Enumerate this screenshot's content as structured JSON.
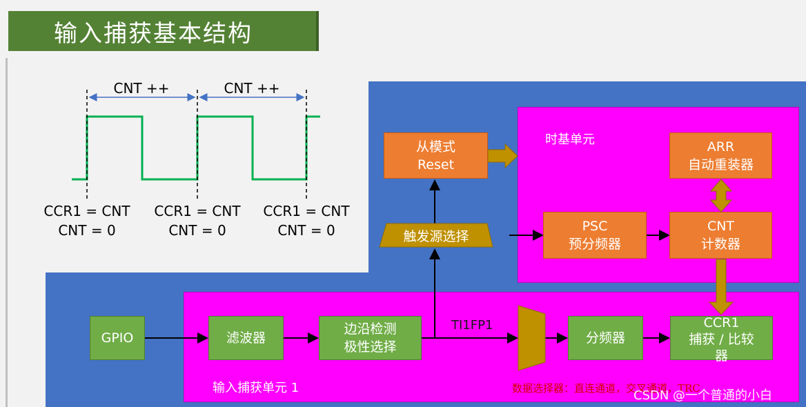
{
  "title": "输入捕获基本结构",
  "waveform": {
    "interval_labels": [
      "CNT ++",
      "CNT ++"
    ],
    "events": [
      {
        "line1": "CCR1 = CNT",
        "line2": "CNT = 0"
      },
      {
        "line1": "CCR1 = CNT",
        "line2": "CNT = 0"
      },
      {
        "line1": "CCR1 = CNT",
        "line2": "CNT = 0"
      }
    ]
  },
  "timebase": {
    "title": "时基单元",
    "arr": {
      "line1": "ARR",
      "line2": "自动重装器"
    },
    "psc": {
      "line1": "PSC",
      "line2": "预分频器"
    },
    "cnt": {
      "line1": "CNT",
      "line2": "计数器"
    }
  },
  "slave_mode": {
    "line1": "从模式",
    "line2": "Reset"
  },
  "trigger": "触发源选择",
  "capture_unit": {
    "title": "输入捕获单元 1",
    "gpio": "GPIO",
    "filter": "滤波器",
    "edge": {
      "line1": "边沿检测",
      "line2": "极性选择"
    },
    "ti1fp1": "TI1FP1",
    "divider": "分频器",
    "ccr1": {
      "line1": "CCR1",
      "line2": "捕获 / 比较",
      "line3": "器"
    }
  },
  "note": "数据选择器：直连通道，交叉通道，TRC",
  "watermark": "CSDN @一个普通的小白",
  "colors": {
    "title_bg": "#548235",
    "blue": "#4472c4",
    "magenta": "#ff00ff",
    "orange": "#ed7d31",
    "green": "#70ad47",
    "mux": "#bf9000",
    "waveform": "#00b050"
  }
}
